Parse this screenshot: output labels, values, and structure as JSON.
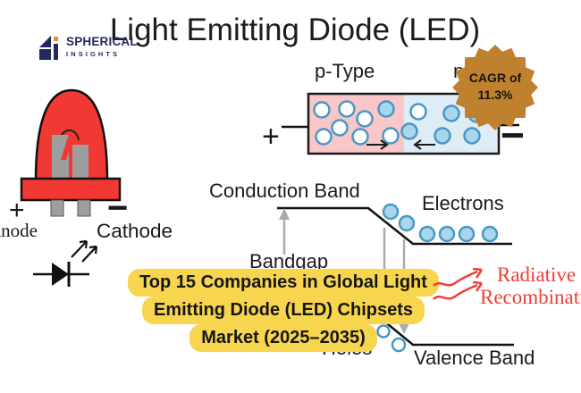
{
  "header": {
    "title": "Light Emitting Diode (LED)",
    "logo": {
      "name": "SPHERICAL",
      "tagline": "INSIGHTS"
    }
  },
  "badge": {
    "prefix": "CAGR of",
    "value": "11.3%"
  },
  "led": {
    "plus": "+",
    "minus": "−",
    "anode_label": "Anode",
    "cathode_label": "Cathode"
  },
  "junction": {
    "p_label": "p-Type",
    "n_label": "n-Type",
    "plus": "+",
    "minus": "−"
  },
  "band_diagram": {
    "conduction_label": "Conduction Band",
    "electrons_label": "Electrons",
    "bandgap_label": "Bandgap",
    "holes_label": "Holes",
    "valence_label": "Valence Band",
    "radiative_line1": "Radiative",
    "radiative_line2": "Recombination"
  },
  "callout": {
    "line1": "Top 15 Companies in Global Light",
    "line2": "Emitting Diode (LED) Chipsets",
    "line3": "Market (2025–2035)"
  },
  "colors": {
    "led_red": "#f23832",
    "metal_gray": "#9e9e9e",
    "junction_pink": "#f9c7c7",
    "junction_blue": "#deedf5",
    "particle_stroke": "#4a97c4",
    "electron_fill": "#a9d6eb",
    "badge_brown": "#c0812f",
    "highlight_yellow": "#f8d54e",
    "accent_red": "#ee3d39",
    "arrow_gray": "#ababab",
    "logo_navy": "#232960",
    "logo_orange": "#e8912d"
  }
}
